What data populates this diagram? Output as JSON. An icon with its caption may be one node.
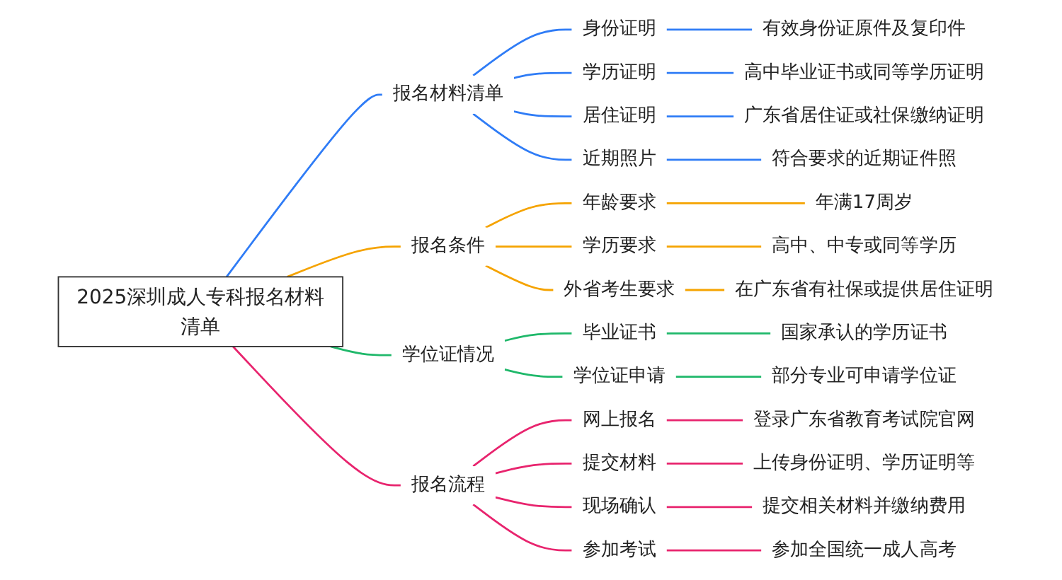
{
  "diagram": {
    "nodes": [
      {
        "text": [
          "2025深圳成人专科报名材料清单"
        ]
      },
      {
        "text": [
          "报名材料清单"
        ]
      },
      {
        "text": [
          "身份证明"
        ]
      },
      {
        "text": [
          "有效身份证原件及复印件"
        ]
      },
      {
        "text": [
          "学历证明"
        ]
      },
      {
        "text": [
          "高中毕业证书或同等学历证明"
        ]
      },
      {
        "text": [
          "居住证明"
        ]
      },
      {
        "text": [
          "广东省居住证或社保缴纳证明"
        ]
      },
      {
        "text": [
          "近期照片"
        ]
      },
      {
        "text": [
          "符合要求的近期证件照"
        ]
      },
      {
        "text": [
          "报名条件"
        ]
      },
      {
        "text": [
          "年龄要求"
        ]
      },
      {
        "text": [
          "年满17周岁"
        ]
      },
      {
        "text": [
          "学历要求"
        ]
      },
      {
        "text": [
          "高中、中专或同等学历"
        ]
      },
      {
        "text": [
          "外省考生要求"
        ]
      },
      {
        "text": [
          "在广东省有社保或提供居住证明"
        ]
      },
      {
        "text": [
          "学位证情况"
        ]
      },
      {
        "text": [
          "毕业证书"
        ]
      },
      {
        "text": [
          "国家承认的学历证书"
        ]
      },
      {
        "text": [
          "学位证申请"
        ]
      },
      {
        "text": [
          "部分专业可申请学位证"
        ]
      },
      {
        "text": [
          "报名流程"
        ]
      },
      {
        "text": [
          "网上报名"
        ]
      },
      {
        "text": [
          "登录广东省教育考试院官网"
        ]
      },
      {
        "text": [
          "提交材料"
        ]
      },
      {
        "text": [
          "上传身份证明、学历证明等"
        ]
      },
      {
        "text": [
          "现场确认"
        ]
      },
      {
        "text": [
          "提交相关材料并缴纳费用"
        ]
      },
      {
        "text": [
          "参加考试"
        ]
      },
      {
        "text": [
          "参加全国统一成人高考"
        ]
      }
    ],
    "edges": [
      {
        "from": 0,
        "to": 1,
        "arrow": "none",
        "color": "#2f7cf6"
      },
      {
        "from": 1,
        "to": 2,
        "arrow": "none",
        "color": "#2f7cf6"
      },
      {
        "from": 2,
        "to": 3,
        "arrow": "none",
        "color": "#2f7cf6"
      },
      {
        "from": 1,
        "to": 4,
        "arrow": "none",
        "color": "#2f7cf6"
      },
      {
        "from": 4,
        "to": 5,
        "arrow": "none",
        "color": "#2f7cf6"
      },
      {
        "from": 1,
        "to": 6,
        "arrow": "none",
        "color": "#2f7cf6"
      },
      {
        "from": 6,
        "to": 7,
        "arrow": "none",
        "color": "#2f7cf6"
      },
      {
        "from": 1,
        "to": 8,
        "arrow": "none",
        "color": "#2f7cf6"
      },
      {
        "from": 8,
        "to": 9,
        "arrow": "none",
        "color": "#2f7cf6"
      },
      {
        "from": 0,
        "to": 10,
        "arrow": "none",
        "color": "#f5a300"
      },
      {
        "from": 10,
        "to": 11,
        "arrow": "none",
        "color": "#f5a300"
      },
      {
        "from": 11,
        "to": 12,
        "arrow": "none",
        "color": "#f5a300"
      },
      {
        "from": 10,
        "to": 13,
        "arrow": "none",
        "color": "#f5a300"
      },
      {
        "from": 13,
        "to": 14,
        "arrow": "none",
        "color": "#f5a300"
      },
      {
        "from": 10,
        "to": 15,
        "arrow": "none",
        "color": "#f5a300"
      },
      {
        "from": 15,
        "to": 16,
        "arrow": "none",
        "color": "#f5a300"
      },
      {
        "from": 0,
        "to": 17,
        "arrow": "none",
        "color": "#1fb86a"
      },
      {
        "from": 17,
        "to": 18,
        "arrow": "none",
        "color": "#1fb86a"
      },
      {
        "from": 18,
        "to": 19,
        "arrow": "none",
        "color": "#1fb86a"
      },
      {
        "from": 17,
        "to": 20,
        "arrow": "none",
        "color": "#1fb86a"
      },
      {
        "from": 20,
        "to": 21,
        "arrow": "none",
        "color": "#1fb86a"
      },
      {
        "from": 0,
        "to": 22,
        "arrow": "none",
        "color": "#e8246e"
      },
      {
        "from": 22,
        "to": 23,
        "arrow": "none",
        "color": "#e8246e"
      },
      {
        "from": 23,
        "to": 24,
        "arrow": "none",
        "color": "#e8246e"
      },
      {
        "from": 22,
        "to": 25,
        "arrow": "none",
        "color": "#e8246e"
      },
      {
        "from": 25,
        "to": 26,
        "arrow": "none",
        "color": "#e8246e"
      },
      {
        "from": 22,
        "to": 27,
        "arrow": "none",
        "color": "#e8246e"
      },
      {
        "from": 27,
        "to": 28,
        "arrow": "none",
        "color": "#e8246e"
      },
      {
        "from": 22,
        "to": 29,
        "arrow": "none",
        "color": "#e8246e"
      },
      {
        "from": 29,
        "to": 30,
        "arrow": "none",
        "color": "#e8246e"
      }
    ]
  }
}
